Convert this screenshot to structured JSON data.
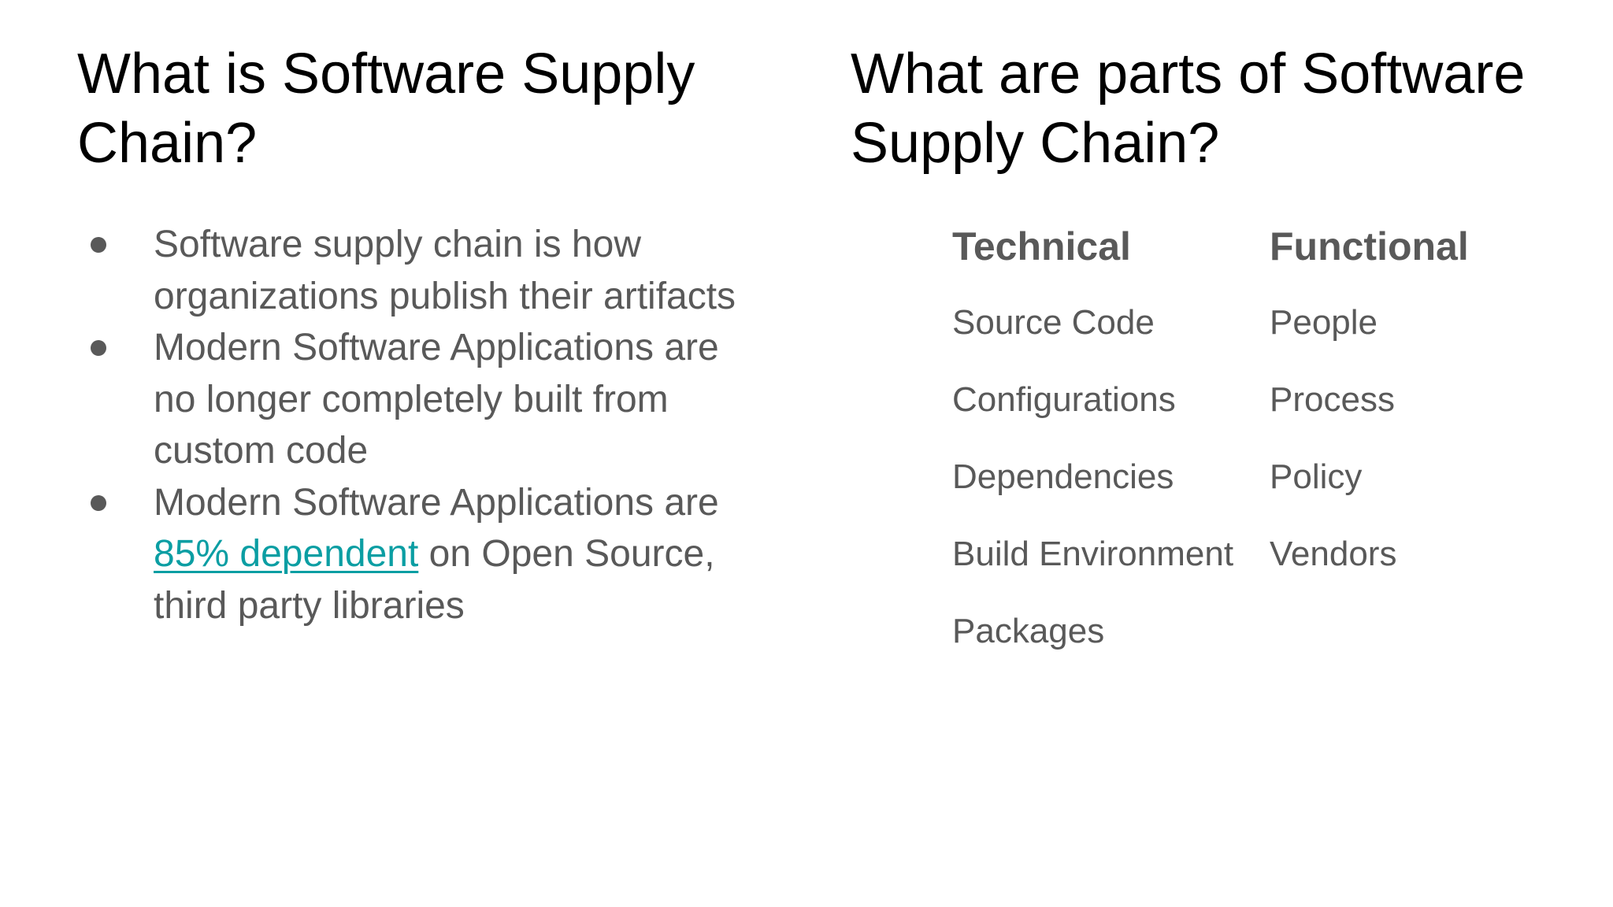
{
  "left": {
    "title": "What is Software Supply Chain?",
    "bullets": [
      {
        "text": "Software supply chain is how organizations publish their artifacts"
      },
      {
        "text": "Modern Software Applications are no longer completely built from custom code"
      },
      {
        "prefix": "Modern Software Applications are ",
        "link": "85% dependent",
        "suffix": " on Open Source, third party libraries"
      }
    ]
  },
  "right": {
    "title": "What are parts of Software Supply Chain?",
    "technical": {
      "header": "Technical",
      "items": [
        "Source Code",
        "Configurations",
        "Dependencies",
        "Build Environment",
        "Packages"
      ]
    },
    "functional": {
      "header": "Functional",
      "items": [
        "People",
        "Process",
        "Policy",
        "Vendors"
      ]
    }
  },
  "colors": {
    "title": "#000000",
    "body": "#595959",
    "link": "#0b9ea3"
  }
}
